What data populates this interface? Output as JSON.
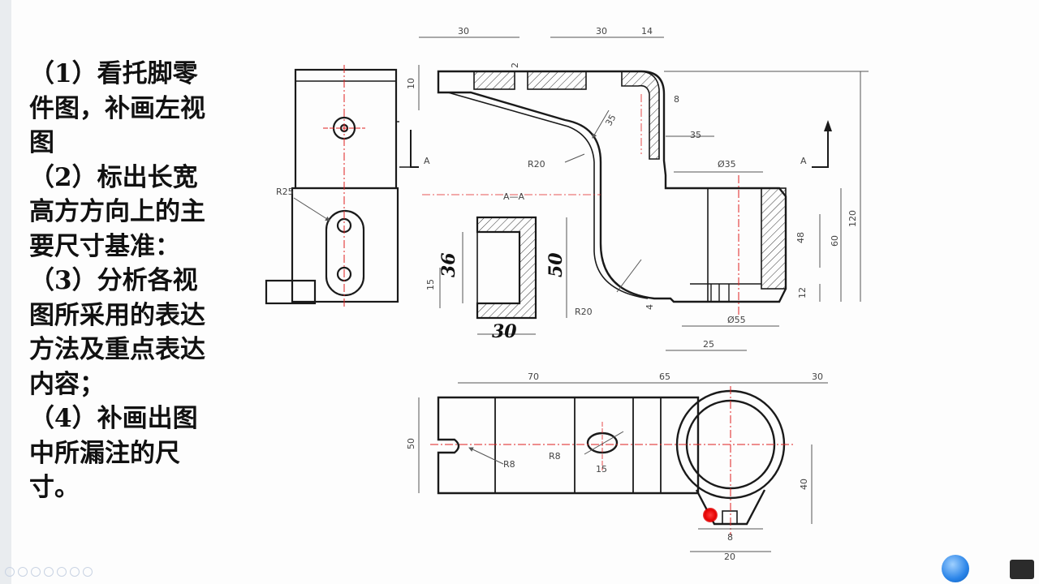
{
  "tasks": [
    "（1）看托脚零件图，补画左视图",
    "（2）标出长宽高方方向上的主要尺寸基准：",
    "（3）分析各视图所采用的表达方法及重点表达内容；",
    "（4）补画出图中所漏注的尺寸。"
  ],
  "drawing": {
    "section_label": "A—A",
    "cut_label": "A",
    "front_view_dims": {
      "top_left_30": "30",
      "top_right_30": "30",
      "top_14": "14",
      "d10": "10",
      "d2": "2",
      "d8": "8",
      "r35": "35",
      "r20_upper": "R20",
      "d35": "35",
      "dia35": "Ø35",
      "dia55": "Ø55",
      "d25": "25",
      "d120": "120",
      "d60": "60",
      "d48": "48",
      "d12": "12",
      "d4": "4",
      "r20_lower": "R20"
    },
    "left_view_dims": {
      "r25": "R25",
      "d15": "15"
    },
    "section_dims": {
      "h36": "36",
      "h50": "50",
      "w30": "30"
    },
    "top_view_dims": {
      "d70": "70",
      "d65": "65",
      "d30": "30",
      "d50": "50",
      "r8_a": "R8",
      "r8_b": "R8",
      "d15": "15",
      "d40": "40",
      "d8": "8",
      "d20": "20"
    }
  },
  "colors": {
    "line": "#1a1a1a",
    "center": "#e02020",
    "dim": "#555555"
  }
}
